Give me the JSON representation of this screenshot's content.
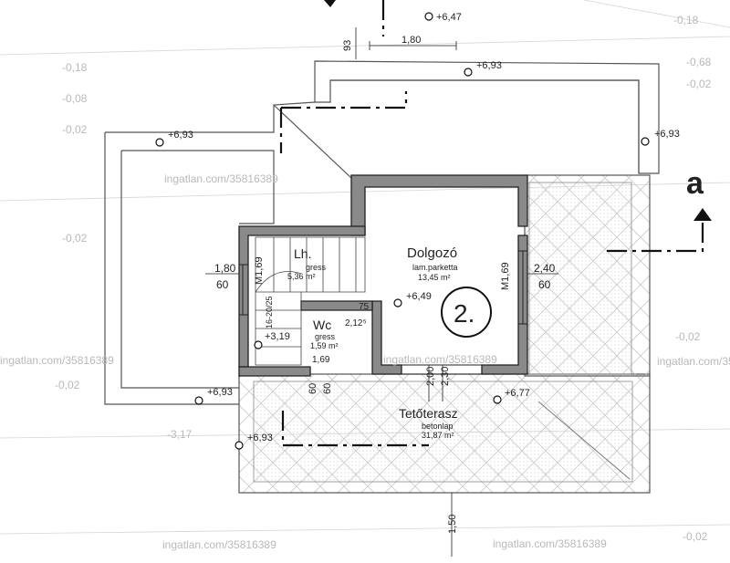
{
  "section_marker": "a",
  "watermarks": [
    "ingatlan.com/35816389",
    "ingatlan.com/35816389",
    "ingatlan.com/35816389",
    "ingatlan.com/35816389",
    "ingatlan.com/35816389",
    "ingatlan.com/35816389"
  ],
  "rooms": {
    "dolgozo": {
      "name": "Dolgozó",
      "floor": "lam.parketta",
      "area": "13,45 m²"
    },
    "lh": {
      "name": "Lh.",
      "floor": "gress",
      "area": "5,36 m²"
    },
    "wc": {
      "name": "Wc",
      "floor": "gress",
      "area": "1,59 m²"
    },
    "tetoterasz": {
      "name": "Tetőterasz",
      "floor": "betonlap",
      "area": "31,87 m²"
    }
  },
  "floor_number": "2.",
  "levels": {
    "top": "+6,47",
    "roof_top": "+6,93",
    "roof_right": "+6,93",
    "roof_left": "+6,93",
    "room": "+6,49",
    "stair": "+3,19",
    "terrace_left": "+6,93",
    "terrace_right": "+6,77",
    "lower_left": "+6,93"
  },
  "terrain": {
    "a": "-0,18",
    "b": "-0,08",
    "c": "-0,02",
    "d": "-0,18",
    "e": "-0,68",
    "f": "-0,02",
    "g": "-0,02",
    "h": "-0,02",
    "i": "-0,02",
    "j": "-3,17",
    "k": "-0,02"
  },
  "dimensions": {
    "top_width": "1,80",
    "top_offset": "93",
    "left_opening": "1,80",
    "left_sill": "60",
    "right_opening": "2,40",
    "right_sill": "60",
    "wall_left": "M1,69",
    "wall_right": "M1,69",
    "stair": "16-20/25",
    "wc_door": "75",
    "wc_height": "2,12⁵",
    "wc_window": "1,69",
    "door_width": "2,00",
    "door_height": "2,30",
    "sill_a": "60",
    "sill_b": "60",
    "bottom": "1,50"
  }
}
